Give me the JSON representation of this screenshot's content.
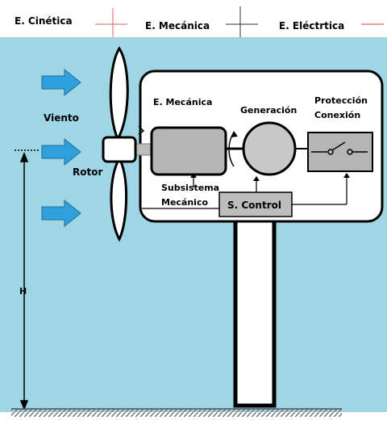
{
  "header": {
    "kinetic": "E. Cinética",
    "mechanical": "E. Mecánica",
    "electric": "E. Eléctrtica"
  },
  "labels": {
    "wind": "Viento",
    "rotor": "Rotor",
    "height": "H",
    "mech_energy": "E. Mecánica",
    "generation": "Generación",
    "protection": "Protección",
    "connection": "Conexión",
    "subsystem_line1": "Subsistema",
    "subsystem_line2": "Mecánico",
    "control": "S. Control"
  },
  "colors": {
    "sky": "#9fd6e6",
    "white_band": "#ffffff",
    "housing": "#ffffff",
    "gearbox": "#b5b5b5",
    "generator": "#c8c8c8",
    "protection_box": "#b5b5b5",
    "control_box": "#bdbdbd",
    "arrow_fill": "#2fa0dc",
    "outline": "#000000",
    "cross_line": "#cc4444",
    "ground": "#999999"
  }
}
